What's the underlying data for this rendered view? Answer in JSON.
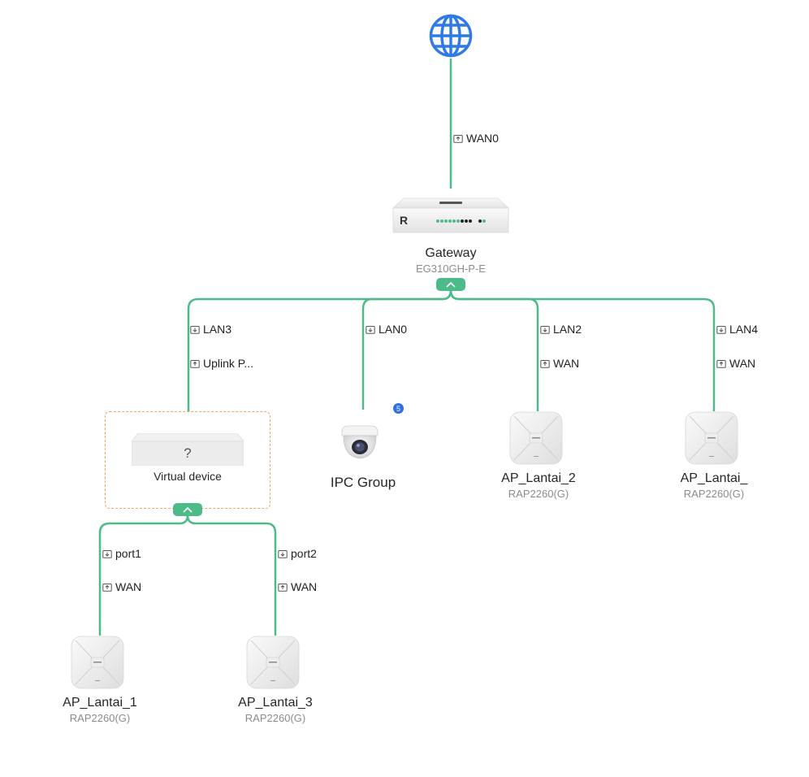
{
  "internet": {
    "icon": "globe-icon"
  },
  "gateway": {
    "name": "Gateway",
    "model": "EG310GH-P-E",
    "logo_letter": "R",
    "uplink_port": "WAN0"
  },
  "gateway_links": [
    {
      "id": "virtual",
      "port": "LAN3",
      "remote_port": "Uplink P..."
    },
    {
      "id": "ipc",
      "port": "LAN0"
    },
    {
      "id": "ap2",
      "port": "LAN2",
      "remote_port": "WAN"
    },
    {
      "id": "ap4",
      "port": "LAN4",
      "remote_port": "WAN"
    }
  ],
  "virtual_device": {
    "label": "Virtual device",
    "symbol": "?"
  },
  "virtual_links": [
    {
      "id": "ap1",
      "port": "port1",
      "remote_port": "WAN"
    },
    {
      "id": "ap3",
      "port": "port2",
      "remote_port": "WAN"
    }
  ],
  "ipc_group": {
    "name": "IPC Group",
    "count": "5"
  },
  "aps": {
    "ap1": {
      "name": "AP_Lantai_1",
      "model": "RAP2260(G)"
    },
    "ap2": {
      "name": "AP_Lantai_2",
      "model": "RAP2260(G)"
    },
    "ap3": {
      "name": "AP_Lantai_3",
      "model": "RAP2260(G)"
    },
    "ap4": {
      "name": "AP_Lantai_",
      "model": "RAP2260(G)"
    }
  },
  "colors": {
    "link": "#4dbb89",
    "virtual_border": "#f0a45f",
    "badge": "#2f6fe4",
    "globe": "#2f7ae5"
  }
}
